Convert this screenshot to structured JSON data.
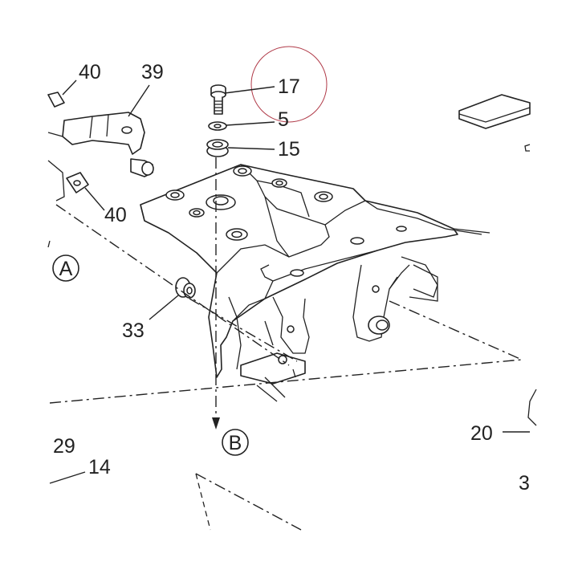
{
  "callouts": {
    "c17": "17",
    "c5": "5",
    "c15": "15",
    "c39": "39",
    "c40_top": "40",
    "c40_bottom": "40",
    "c33": "33",
    "c29": "29",
    "c14": "14",
    "c20": "20",
    "c3": "3"
  },
  "refs": {
    "A": "A",
    "B": "B"
  },
  "colors": {
    "line": "#222222",
    "highlight_circle": "#b03a48"
  }
}
